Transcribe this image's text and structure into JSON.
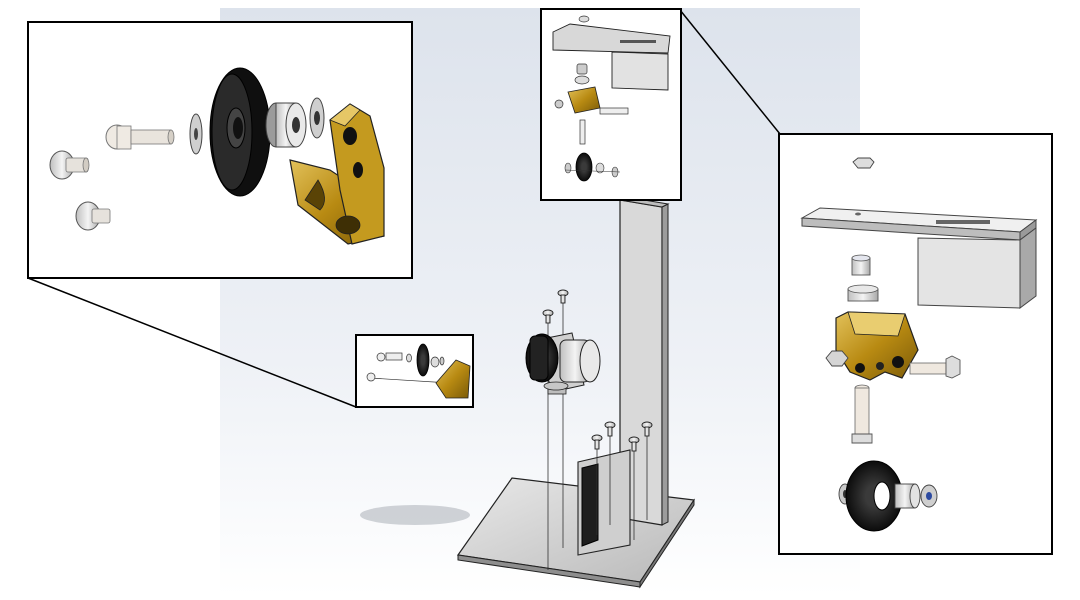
{
  "diagram": {
    "type": "exploded-assembly-view",
    "detail_views": [
      "pulley-assembly-detail",
      "top-bracket-detail"
    ],
    "colors": {
      "background_top": "#e3e8f0",
      "background_bottom": "#ffffff",
      "plate": "#d6d6d6",
      "brass": "#c9a227",
      "rubber": "#1b1b1b",
      "outline": "#111111"
    }
  }
}
